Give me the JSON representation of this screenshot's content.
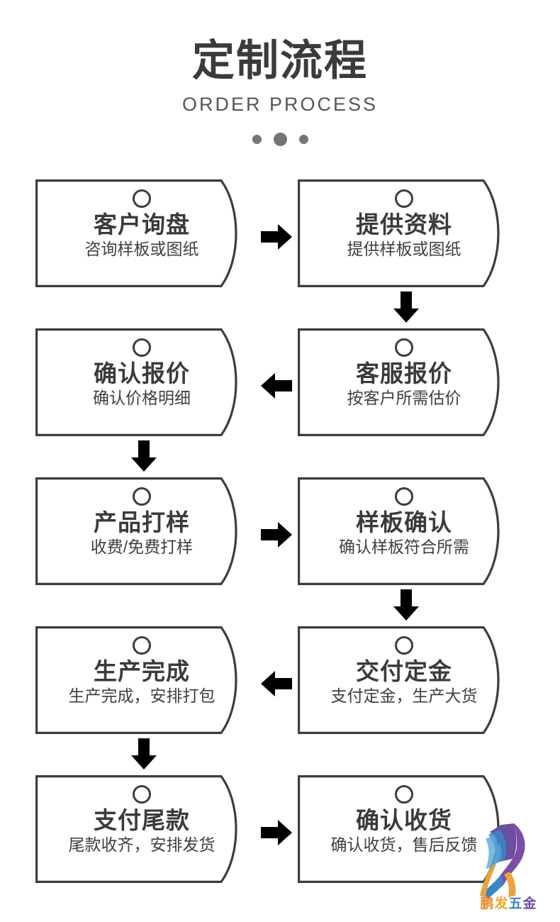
{
  "header": {
    "title": "定制流程",
    "subtitle": "ORDER PROCESS",
    "dots": [
      "dot",
      "dot",
      "dot"
    ]
  },
  "flow": {
    "rows": [
      {
        "connector_between": "arrow-right",
        "connector_after": "arrow-down-right",
        "left": {
          "title": "客户询盘",
          "desc": "咨询样板或图纸"
        },
        "right": {
          "title": "提供资料",
          "desc": "提供样板或图纸"
        }
      },
      {
        "connector_between": "arrow-left",
        "connector_after": "arrow-down-left",
        "left": {
          "title": "确认报价",
          "desc": "确认价格明细"
        },
        "right": {
          "title": "客服报价",
          "desc": "按客户所需估价"
        }
      },
      {
        "connector_between": "arrow-right",
        "connector_after": "arrow-down-right",
        "left": {
          "title": "产品打样",
          "desc": "收费/免费打样"
        },
        "right": {
          "title": "样板确认",
          "desc": "确认样板符合所需"
        }
      },
      {
        "connector_between": "arrow-left",
        "connector_after": "arrow-down-left",
        "left": {
          "title": "生产完成",
          "desc": "生产完成，安排打包"
        },
        "right": {
          "title": "交付定金",
          "desc": "支付定金，生产大货"
        }
      },
      {
        "connector_between": "arrow-right",
        "connector_after": "none",
        "left": {
          "title": "支付尾款",
          "desc": "尾款收齐，安排发货"
        },
        "right": {
          "title": "确认收货",
          "desc": "确认收货，售后反馈"
        }
      }
    ]
  },
  "watermark": {
    "chars": [
      "鹏",
      "发",
      "五",
      "金"
    ],
    "colors": [
      "#e88a2a",
      "#f0a72c",
      "#3b86c4",
      "#6b4fa0"
    ]
  },
  "colors": {
    "ink": "#3b3b3b",
    "stroke": "#3d3d3d",
    "arrow": "#000000",
    "dot": "#757575",
    "background": "#ffffff"
  }
}
